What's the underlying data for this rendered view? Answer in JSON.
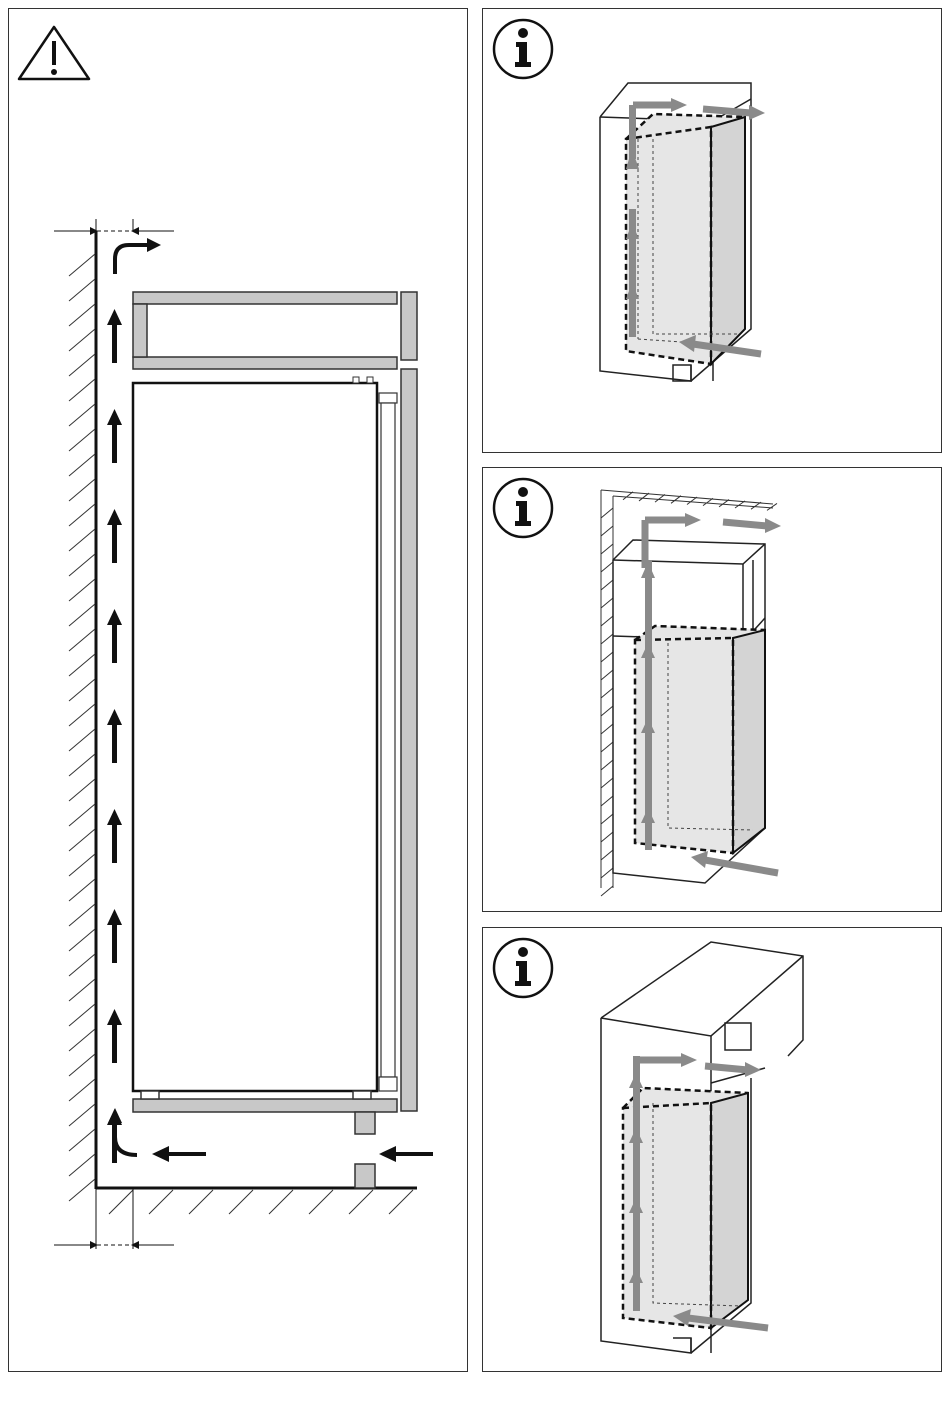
{
  "figure": {
    "panels": [
      {
        "id": "warning",
        "icon": "warning-triangle-icon",
        "view": "side-section",
        "airflow": "up-behind-appliance"
      },
      {
        "id": "info-1",
        "icon": "info-circle-icon",
        "view": "isometric-niche-open-top"
      },
      {
        "id": "info-2",
        "icon": "info-circle-icon",
        "view": "isometric-niche-under-ceiling"
      },
      {
        "id": "info-3",
        "icon": "info-circle-icon",
        "view": "isometric-niche-with-top-cabinet"
      }
    ],
    "colors": {
      "line": "#1a1a1a",
      "panel_gray": "#c8c8c8",
      "appliance_fill": "#e6e6e6",
      "arrow_gray": "#8a8a8a",
      "arrow_black": "#111111"
    }
  }
}
